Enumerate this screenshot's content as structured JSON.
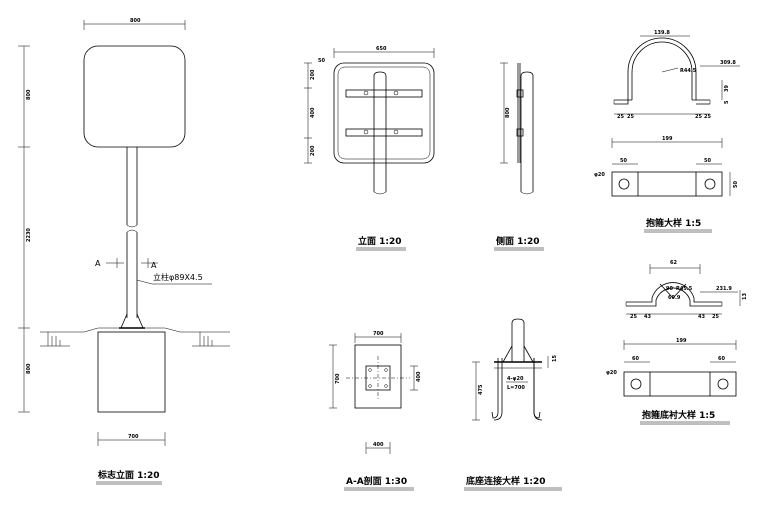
{
  "views": {
    "elevation": {
      "title": "标志立面 1:20",
      "dim_top": "800",
      "dim_upper": "800",
      "dim_mid": "2230",
      "dim_lower": "800",
      "dim_base": "700",
      "section_left": "A",
      "section_right": "A",
      "column_note": "立柱φ89X4.5"
    },
    "front": {
      "title": "立面 1:20",
      "dim_top": "650",
      "dim_small": "50",
      "dim_upper": "200",
      "dim_middle": "400",
      "dim_lower": "200"
    },
    "side": {
      "title": "侧面 1:20",
      "dim_height": "800"
    },
    "section_aa": {
      "title": "A-A剖面 1:30",
      "dim_width": "700",
      "dim_height": "700",
      "dim_inner": "400",
      "dim_bottom": "400"
    },
    "base_detail": {
      "title": "底座连接大样 1:20",
      "dim_height": "475",
      "dim_side": "15",
      "note_bolts": "4-φ20",
      "note_length": "L=700"
    },
    "clamp": {
      "title": "抱箍大样 1:5",
      "dim_arc_top": "139.8",
      "dim_arc_right": "309.8",
      "dim_radius": "R44.5",
      "dim_foot_left_a": "25",
      "dim_foot_left_b": "25",
      "dim_foot_right_a": "25",
      "dim_foot_right_b": "25",
      "dim_height": "39",
      "dim_gap": "5",
      "plate_length": "199",
      "plate_left": "50",
      "plate_right": "50",
      "plate_hole": "φ20",
      "plate_width": "50"
    },
    "liner": {
      "title": "抱箍底衬大样 1:5",
      "dim_top": "62",
      "dim_right": "231.9",
      "dim_radius": "R45.5",
      "dim_angle": "90",
      "dim_center": "69.9",
      "dim_h": "13",
      "dim_left_a": "25",
      "dim_left_b": "43",
      "dim_right_a": "43",
      "dim_right_b": "25",
      "plate_length": "199",
      "plate_left": "60",
      "plate_right": "60",
      "plate_hole": "φ20"
    }
  }
}
